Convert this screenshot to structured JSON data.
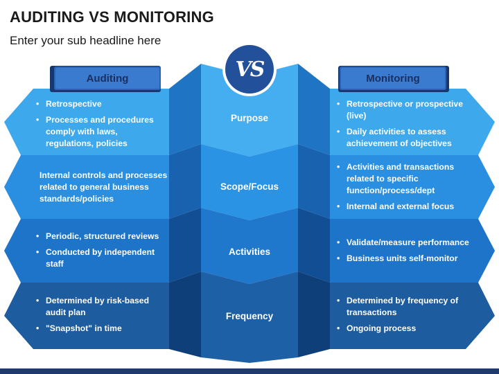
{
  "title": "AUDITING VS MONITORING",
  "subtitle": "Enter your sub headline here",
  "vs_label": "VS",
  "left_header": "Auditing",
  "right_header": "Monitoring",
  "colors": {
    "row1": "#3ea8ec",
    "row2": "#2a8fe0",
    "row3": "#1d74c8",
    "row4": "#1c5c9f",
    "header_bg": "#2b64b5",
    "vs_circle": "#23509a"
  },
  "rows": [
    {
      "label": "Purpose",
      "left": [
        "Retrospective",
        "Processes and procedures comply with laws, regulations, policies"
      ],
      "right": [
        "Retrospective or prospective (live)",
        "Daily activities to assess achievement of objectives"
      ]
    },
    {
      "label": "Scope/Focus",
      "left_text": "Internal controls and processes related to general business standards/policies",
      "right": [
        "Activities and transactions related to specific function/process/dept",
        "Internal and external focus"
      ]
    },
    {
      "label": "Activities",
      "left": [
        "Periodic, structured reviews",
        "Conducted by independent staff"
      ],
      "right": [
        "Validate/measure performance",
        "Business units self-monitor"
      ]
    },
    {
      "label": "Frequency",
      "left": [
        "Determined by risk-based audit plan",
        "\"Snapshot\" in time"
      ],
      "right": [
        "Determined by frequency of transactions",
        "Ongoing process"
      ]
    }
  ]
}
